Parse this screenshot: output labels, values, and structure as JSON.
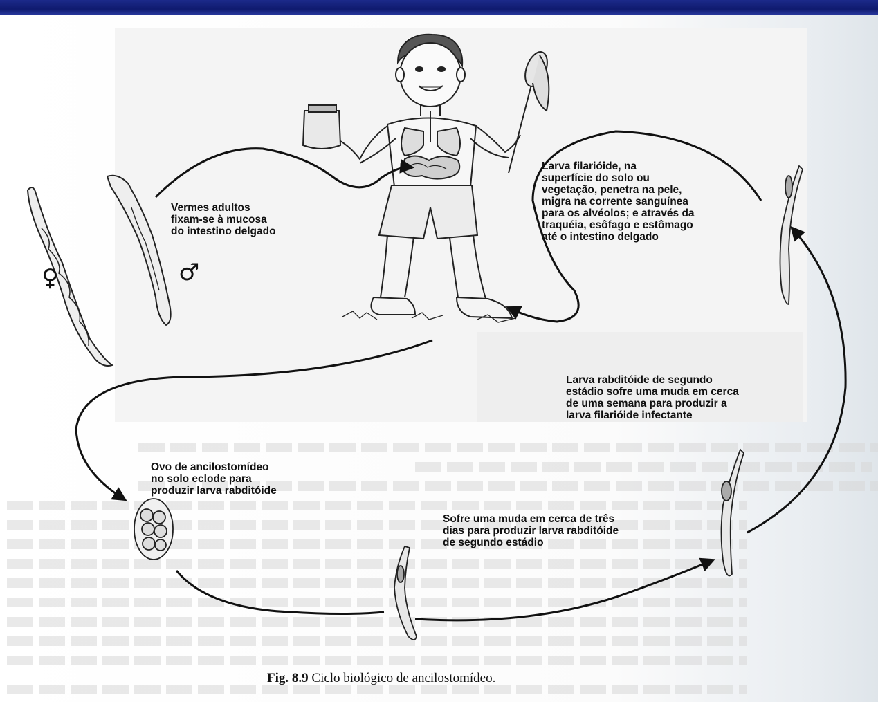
{
  "labels": {
    "adult_worms": "Vermes adultos\nfixam-se à mucosa\ndo intestino delgado",
    "filariform_larva": "Larva filarióide, na\nsuperfície do solo ou\nvegetação, penetra na pele,\nmigra na corrente sanguínea\npara os alvéolos; e através da\ntraquéia, esôfago e estômago\naté o intestino delgado",
    "rhabditoid_second_stage": "Larva rabditóide de segundo\nestádio sofre uma muda em cerca\nde uma semana para produzir a\nlarva filarióide infectante",
    "egg": "Ovo de ancilostomídeo\nno solo eclode para\nproduzir larva rabditóide",
    "first_molt": "Sofre uma muda em cerca de três\ndias para produzir larva rabditóide\nde segundo estádio"
  },
  "symbols": {
    "female": "♀",
    "male": "♂"
  },
  "caption": {
    "number": "Fig. 8.9",
    "text": "Ciclo biológico de ancilostomídeo."
  }
}
